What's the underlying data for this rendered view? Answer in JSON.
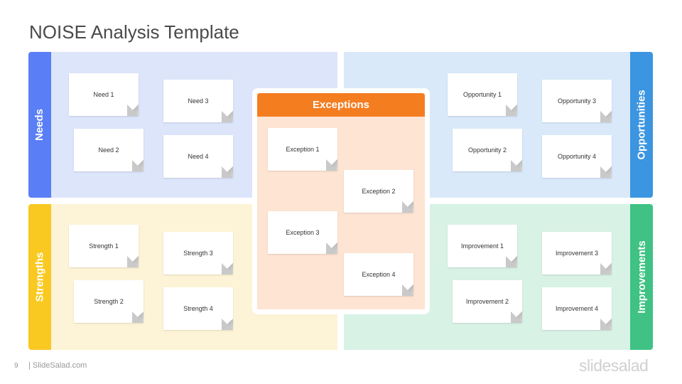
{
  "slide": {
    "title": "NOISE Analysis Template",
    "page_number": "9",
    "site": "| SlideSalad.com",
    "brand": "slidesalad"
  },
  "colors": {
    "needs": "#5a7ef5",
    "strengths": "#f9c922",
    "opportunities": "#3c95e0",
    "improvements": "#3fc283",
    "exceptions": "#f47d20"
  },
  "sections": {
    "needs": {
      "label": "Needs",
      "notes": [
        "Need 1",
        "Need 2",
        "Need 3",
        "Need 4"
      ]
    },
    "strengths": {
      "label": "Strengths",
      "notes": [
        "Strength 1",
        "Strength 2",
        "Strength 3",
        "Strength 4"
      ]
    },
    "opportunities": {
      "label": "Opportunities",
      "notes": [
        "Opportunity  1",
        "Opportunity  2",
        "Opportunity  3",
        "Opportunity  4"
      ]
    },
    "improvements": {
      "label": "Improvements",
      "notes": [
        "Improvement 1",
        "Improvement 2",
        "Improvement 3",
        "Improvement 4"
      ]
    },
    "exceptions": {
      "label": "Exceptions",
      "notes": [
        "Exception  1",
        "Exception  2",
        "Exception  3",
        "Exception  4"
      ]
    }
  }
}
